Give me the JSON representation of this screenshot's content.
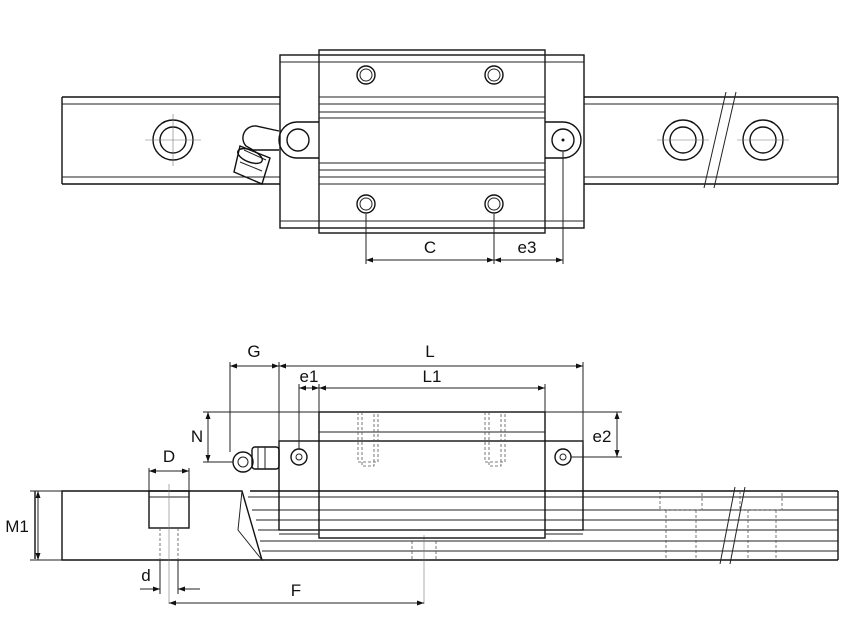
{
  "labels": {
    "C": "C",
    "e3": "e3",
    "G": "G",
    "L": "L",
    "e1": "e1",
    "L1": "L1",
    "N": "N",
    "e2": "e2",
    "D": "D",
    "M1": "M1",
    "d": "d",
    "F": "F"
  }
}
